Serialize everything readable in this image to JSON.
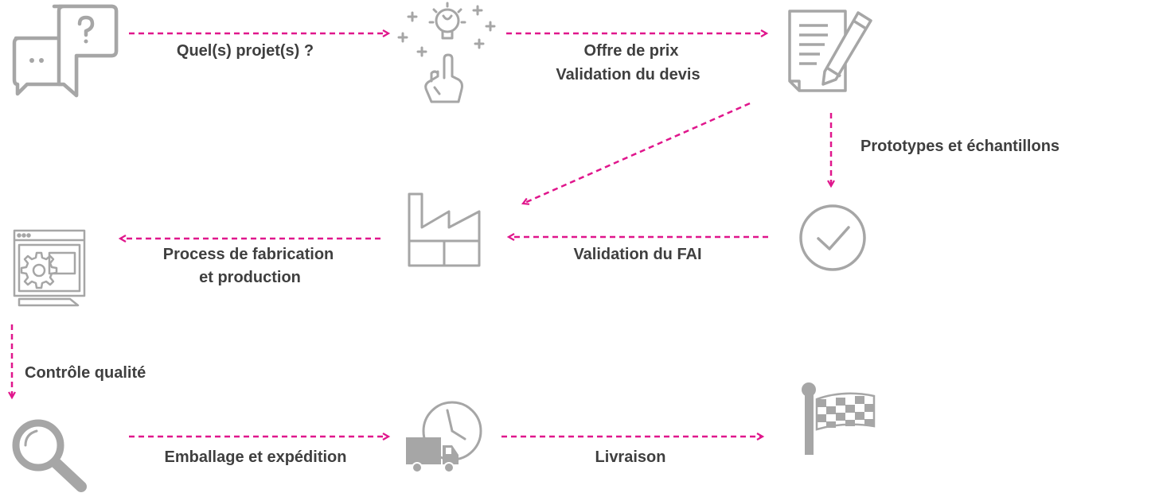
{
  "colors": {
    "arrow": "#e0168c",
    "icon": "#a6a6a6",
    "text": "#3f3f3f",
    "background": "#ffffff"
  },
  "steps": [
    {
      "icon": "speech-bubbles-question-icon"
    },
    {
      "icon": "lightbulb-idea-hand-icon"
    },
    {
      "icon": "document-pencil-icon"
    },
    {
      "icon": "checkmark-circle-icon"
    },
    {
      "icon": "factory-icon"
    },
    {
      "icon": "process-gear-window-icon"
    },
    {
      "icon": "magnifier-icon"
    },
    {
      "icon": "delivery-truck-clock-icon"
    },
    {
      "icon": "checkered-flag-icon"
    }
  ],
  "labels": {
    "l1": "Quel(s) projet(s) ?",
    "l2a": "Offre de prix",
    "l2b": "Validation du devis",
    "l3": "Prototypes et échantillons",
    "l4": "Validation du FAI",
    "l5a": "Process de fabrication",
    "l5b": "et production",
    "l6": "Contrôle qualité",
    "l7": "Emballage et expédition",
    "l8": "Livraison"
  }
}
